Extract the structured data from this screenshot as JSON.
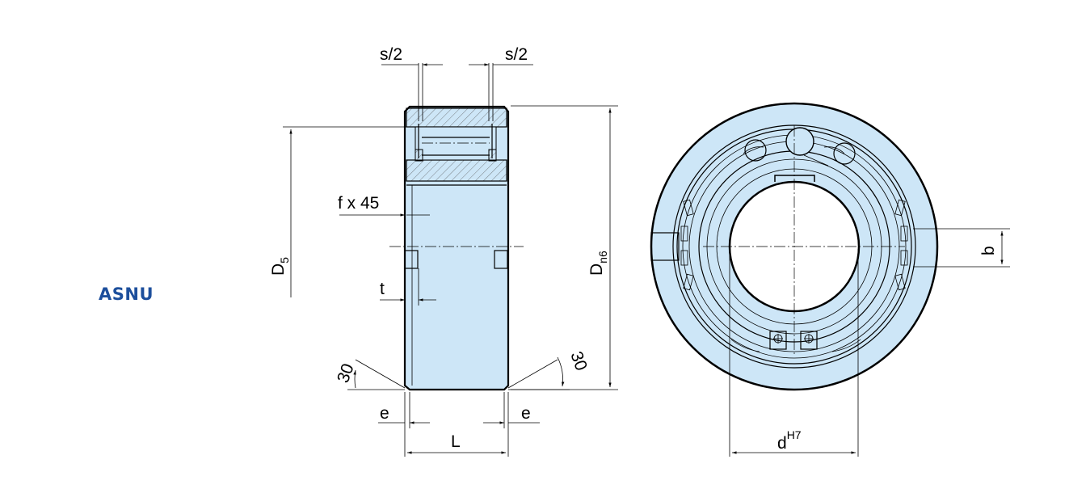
{
  "product": {
    "code": "ASNU"
  },
  "colors": {
    "body_fill": "#cde6f7",
    "label_blue": "#1d4f9c",
    "line": "#000000"
  },
  "dimensions": {
    "s_half_left": "s/2",
    "s_half_right": "s/2",
    "chamfer": "f x 45",
    "t": "t",
    "e_left": "e",
    "e_right": "e",
    "L": "L",
    "D5_main": "D",
    "D5_sub": "5",
    "Dn6_main": "D",
    "Dn6_sub": "n6",
    "angle_left": "30",
    "angle_right": "30",
    "b": "b",
    "d_main": "d",
    "d_sup": "H7"
  }
}
